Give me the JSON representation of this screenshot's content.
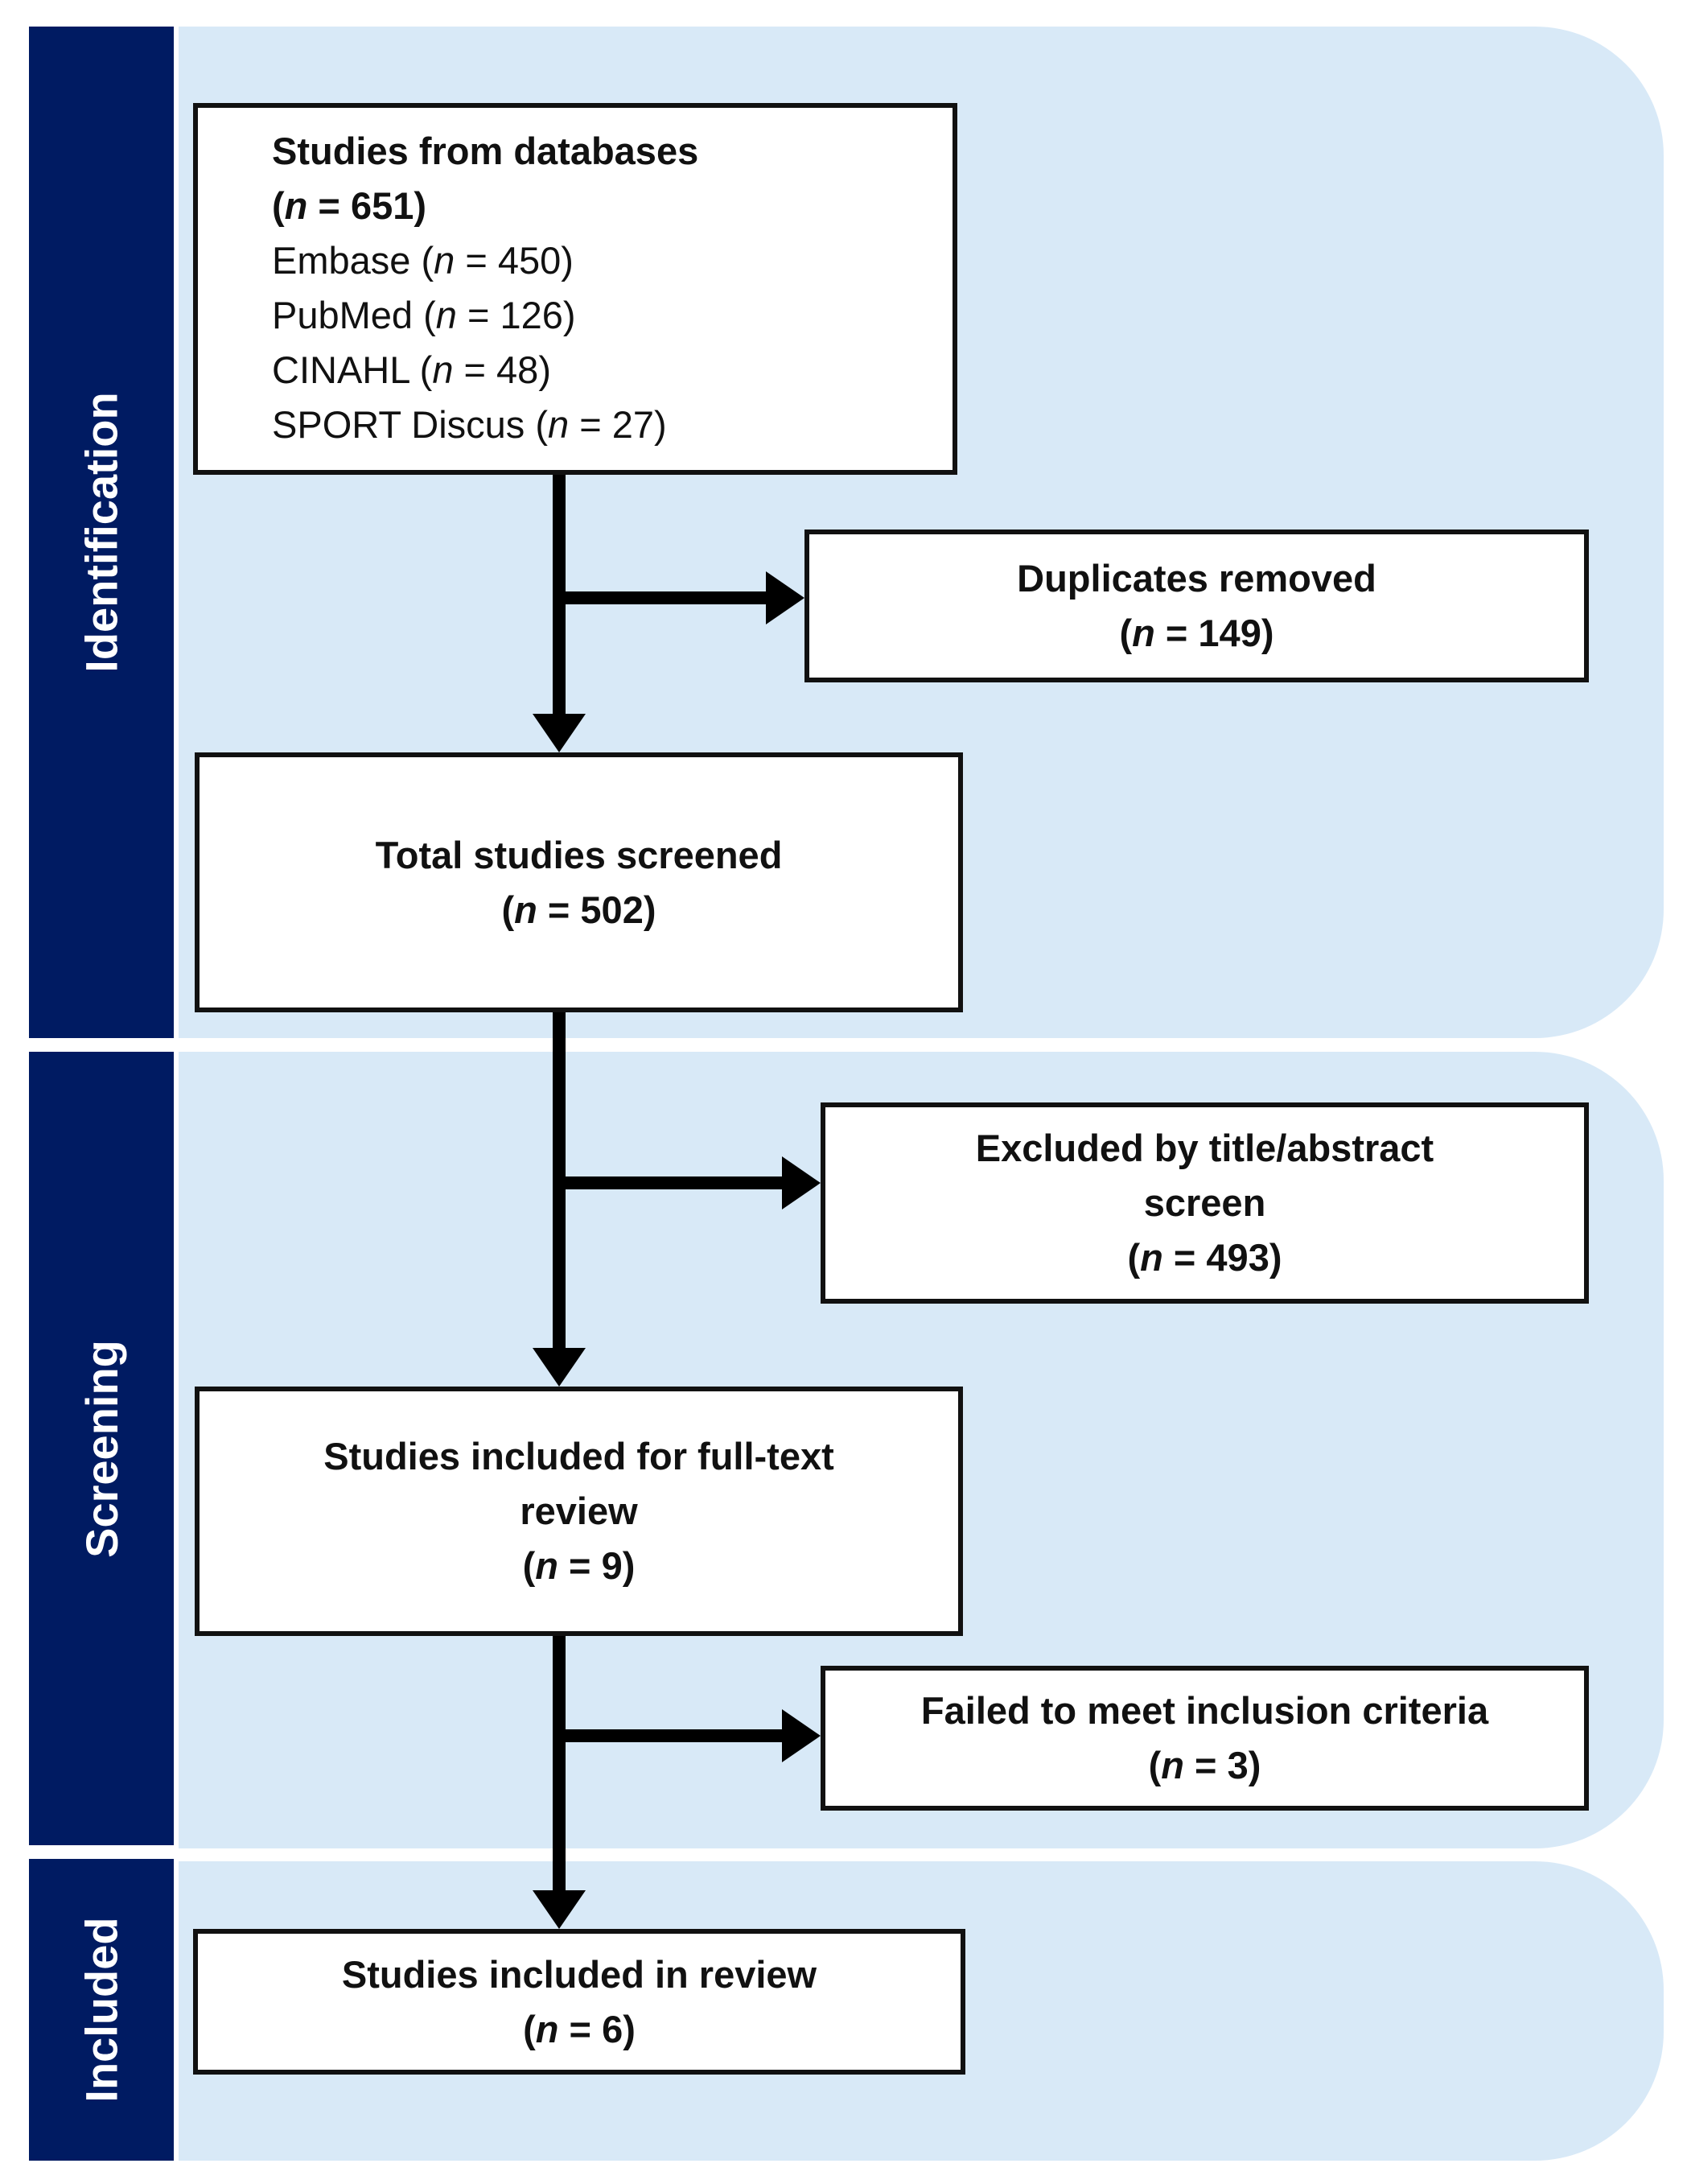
{
  "colors": {
    "sidebar_navy": "#001b62",
    "panel_blue": "#d8e9f7",
    "box_border": "#111111",
    "arrow_black": "#000000",
    "label_text": "#ffffff"
  },
  "sidebar": {
    "sections": [
      {
        "label": "Identification"
      },
      {
        "label": "Screening"
      },
      {
        "label": "Included"
      }
    ]
  },
  "boxes": {
    "databases": {
      "lines": [
        {
          "text": "Studies from databases",
          "bold": true
        },
        {
          "text": "(n = 651)",
          "bold": true
        },
        {
          "text": "Embase (n = 450)",
          "bold": false
        },
        {
          "text": "PubMed (n = 126)",
          "bold": false
        },
        {
          "text": "CINAHL (n = 48)",
          "bold": false
        },
        {
          "text": "SPORT Discus (n = 27)",
          "bold": false
        }
      ]
    },
    "duplicates_removed": {
      "lines": [
        {
          "text": "Duplicates removed",
          "bold": true
        },
        {
          "text": "(n = 149)",
          "bold": true
        }
      ]
    },
    "total_screened": {
      "lines": [
        {
          "text": "Total studies screened",
          "bold": true
        },
        {
          "text": "(n = 502)",
          "bold": true
        }
      ]
    },
    "excluded_title_abstract": {
      "lines": [
        {
          "text": "Excluded by title/abstract",
          "bold": true
        },
        {
          "text": "screen",
          "bold": true
        },
        {
          "text": "(n = 493)",
          "bold": true
        }
      ]
    },
    "fulltext_review": {
      "lines": [
        {
          "text": "Studies included for full-text",
          "bold": true
        },
        {
          "text": "review",
          "bold": true
        },
        {
          "text": "(n = 9)",
          "bold": true
        }
      ]
    },
    "failed_inclusion": {
      "lines": [
        {
          "text": "Failed to meet inclusion criteria",
          "bold": true
        },
        {
          "text": "(n = 3)",
          "bold": true
        }
      ]
    },
    "included_review": {
      "lines": [
        {
          "text": "Studies included in review",
          "bold": true
        },
        {
          "text": "(n = 6)",
          "bold": true
        }
      ]
    }
  }
}
